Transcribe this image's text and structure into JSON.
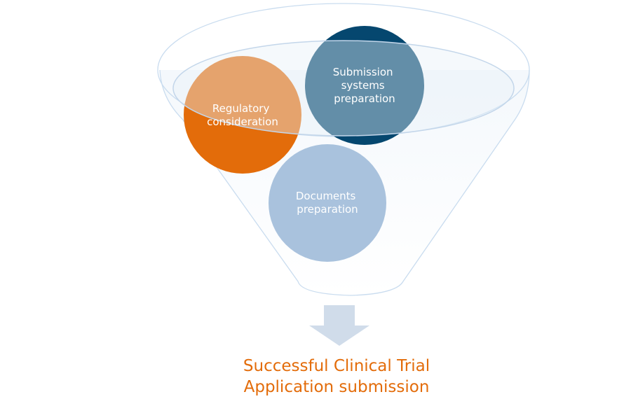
{
  "funnel": {
    "circles": [
      {
        "id": "regulatory",
        "lines": [
          "Regulatory",
          "consideration"
        ],
        "color": "#e36c0a"
      },
      {
        "id": "submission",
        "lines": [
          "Submission",
          "systems",
          "preparation"
        ],
        "color": "#05476f"
      },
      {
        "id": "documents",
        "lines": [
          "Documents",
          "preparation"
        ],
        "color": "#a9c2dd"
      }
    ],
    "funnel_color": "#c9dcef",
    "arrow_color": "#d0dcea"
  },
  "outcome": {
    "lines": [
      "Successful Clinical Trial",
      "Application submission"
    ],
    "color": "#e36c0a"
  }
}
